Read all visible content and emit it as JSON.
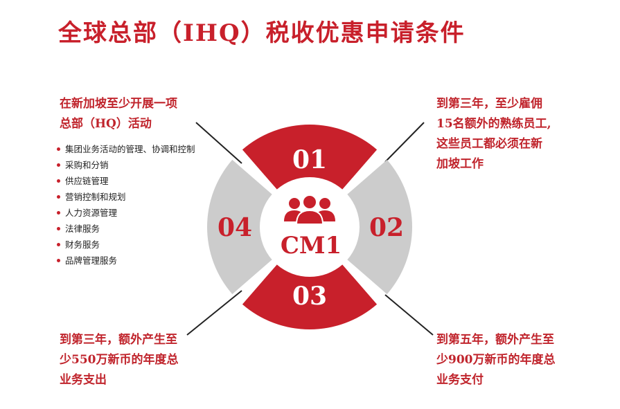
{
  "title": "全球总部（IHQ）税收优惠申请条件",
  "center": {
    "label": "CM1",
    "icon": "people-group-icon"
  },
  "segments": [
    {
      "label": "01",
      "position": "top",
      "color": "#c8202b"
    },
    {
      "label": "02",
      "position": "right",
      "color": "#cccccc"
    },
    {
      "label": "03",
      "position": "bottom",
      "color": "#c8202b"
    },
    {
      "label": "04",
      "position": "left",
      "color": "#cccccc"
    }
  ],
  "top_left": {
    "lines": [
      "在新加坡至少开展一项",
      "总部（HQ）活动"
    ],
    "bullets": [
      "集团业务活动的管理、协调和控制",
      "采购和分销",
      "供应链管理",
      "营销控制和规划",
      "人力资源管理",
      "法律服务",
      "财务服务",
      "品牌管理服务"
    ]
  },
  "top_right": {
    "lines": [
      "到第三年，至少雇佣",
      "15名额外的熟练员工,",
      "这些员工都必须在新",
      "加坡工作"
    ]
  },
  "bottom_left": {
    "lines": [
      "到第三年，额外产生至",
      "少550万新币的年度总",
      "业务支出"
    ]
  },
  "bottom_right": {
    "lines": [
      "到第五年，额外产生至",
      "少900万新币的年度总",
      "业务支付"
    ]
  },
  "colors": {
    "accent": "#c8202b",
    "gray": "#cccccc",
    "text": "#222222"
  }
}
